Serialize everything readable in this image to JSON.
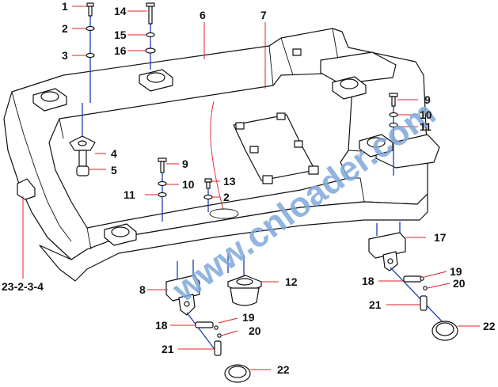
{
  "watermark": "www.cnloader.com",
  "part_numbers": {
    "p1": "1",
    "p2a": "2",
    "p3": "3",
    "p14": "14",
    "p15": "15",
    "p16": "16",
    "p6": "6",
    "p7": "7",
    "p9a": "9",
    "p10a": "10",
    "p11a": "11",
    "p4": "4",
    "p5": "5",
    "p9b": "9",
    "p10b": "10",
    "p11b": "11",
    "p13": "13",
    "p2b": "2",
    "p17": "17",
    "p23": "23-2-3-4",
    "p8": "8",
    "p12": "12",
    "p19a": "19",
    "p18a": "18",
    "p20a": "20",
    "p21a": "21",
    "p22a": "22",
    "p18b": "18",
    "p19b": "19",
    "p20b": "20",
    "p21b": "21",
    "p22b": "22"
  },
  "colors": {
    "leader": "#e0202a",
    "axis": "#1a3fb8",
    "watermark": "#7fa9db",
    "line": "#111111"
  }
}
